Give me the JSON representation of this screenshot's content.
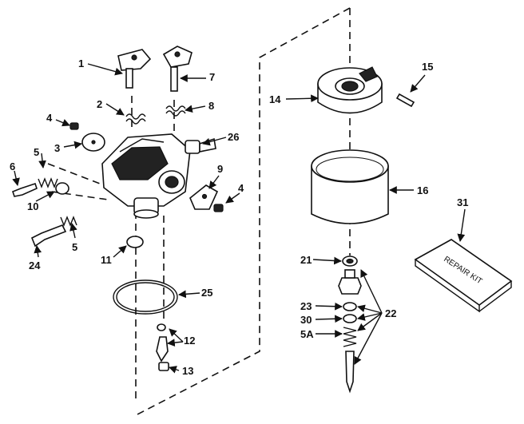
{
  "labels": {
    "l1": "1",
    "l2": "2",
    "l3": "3",
    "l4a": "4",
    "l4b": "4",
    "l5a": "5",
    "l5b": "5",
    "l5c": "5A",
    "l6": "6",
    "l7": "7",
    "l8": "8",
    "l9": "9",
    "l10": "10",
    "l11": "11",
    "l12": "12",
    "l13": "13",
    "l14": "14",
    "l15": "15",
    "l16": "16",
    "l21": "21",
    "l22": "22",
    "l23": "23",
    "l24": "24",
    "l25": "25",
    "l26": "26",
    "l30": "30",
    "l31": "31"
  },
  "kit_text": "REPAIR KIT"
}
